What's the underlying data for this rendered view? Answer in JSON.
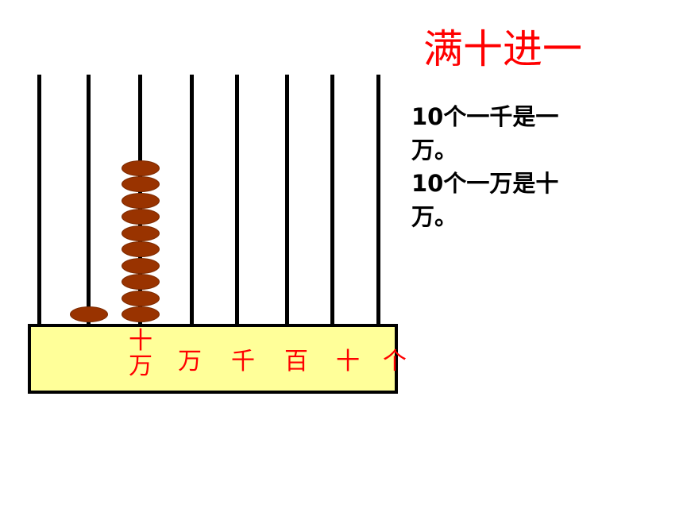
{
  "title": "满十进一",
  "facts": [
    "10个一千是一万。",
    "10个一万是十万。"
  ],
  "abacus": {
    "places": [
      "十万",
      "万",
      "千",
      "百",
      "十",
      "个"
    ],
    "beads_per_rod": [
      0,
      1,
      10,
      0,
      0,
      0,
      0,
      0
    ],
    "colors": {
      "bead": "#993300",
      "label": "#ff0000",
      "base": "#ffff99"
    }
  }
}
